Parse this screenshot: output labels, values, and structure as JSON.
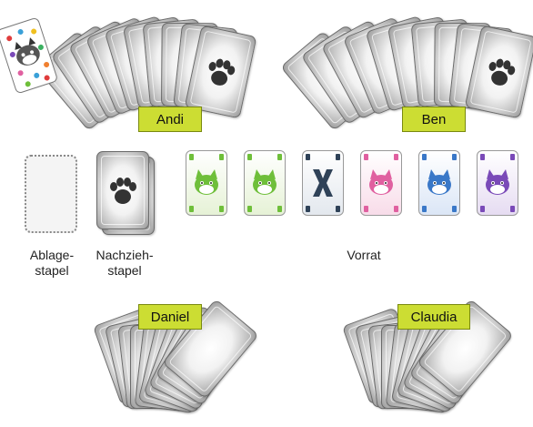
{
  "players": {
    "andi": "Andi",
    "ben": "Ben",
    "daniel": "Daniel",
    "claudia": "Claudia"
  },
  "piles": {
    "discard": "Ablage-\nstapel",
    "draw": "Nachzieh-\nstapel",
    "supply": "Vorrat"
  },
  "supply_cards": [
    {
      "kind": "lynx",
      "color": "#6fbf3a",
      "tint": "#e6f2d6"
    },
    {
      "kind": "lynx",
      "color": "#6fbf3a",
      "tint": "#e6f2d6"
    },
    {
      "kind": "x",
      "color": "#2f4258",
      "tint": "#e3e8ee"
    },
    {
      "kind": "lynx",
      "color": "#e060a0",
      "tint": "#f8dce9"
    },
    {
      "kind": "lynx",
      "color": "#3a78c8",
      "tint": "#dbe6f6"
    },
    {
      "kind": "lynx",
      "color": "#7a4ab8",
      "tint": "#e6dcf2"
    }
  ],
  "colors": {
    "label_bg": "#ccdd33",
    "card_border": "#6a6a6a"
  },
  "icons": {
    "card_back": "paw-print-icon",
    "special_card": "lynx-face-icon"
  }
}
